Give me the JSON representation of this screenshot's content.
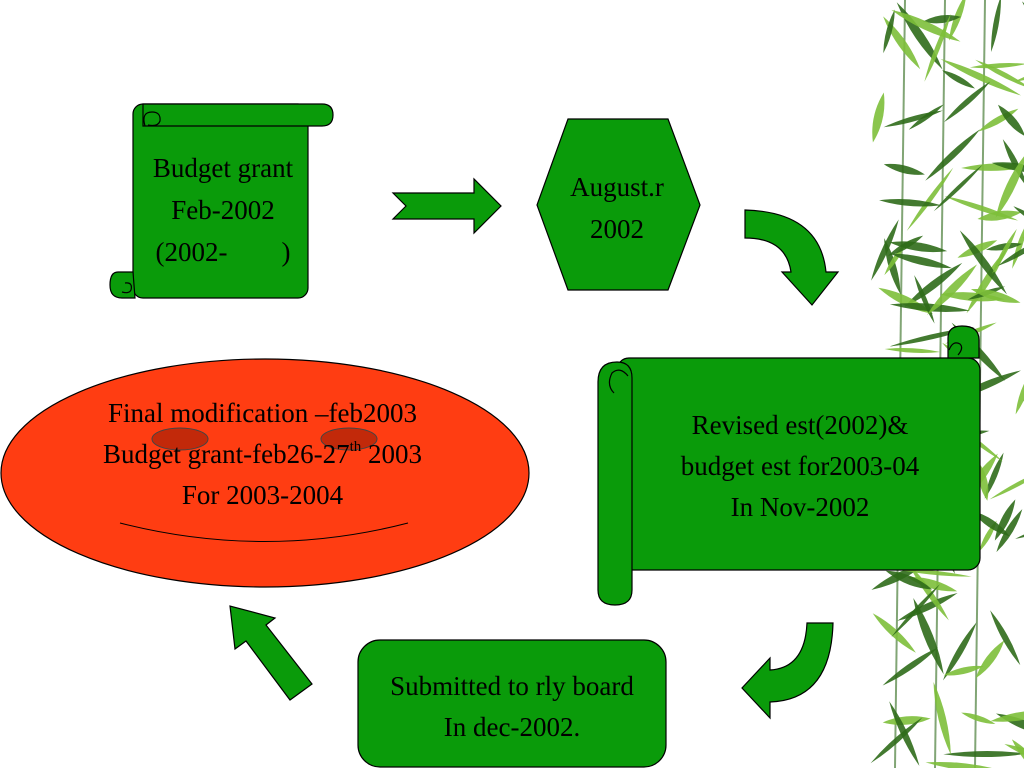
{
  "colors": {
    "node_fill": "#0a9b0a",
    "node_stroke": "#000000",
    "ellipse_fill": "#ff3d12",
    "eye_fill": "#c2290a",
    "leaf_dark": "#2f6b1a",
    "leaf_light": "#7dbf3a"
  },
  "nodes": {
    "budget_grant": {
      "shape": "scroll-vertical",
      "lines": [
        "Budget grant",
        "Feb-2002",
        "(2002-        )"
      ]
    },
    "august": {
      "shape": "hexagon",
      "lines": [
        "August.r",
        "2002"
      ]
    },
    "revised_est": {
      "shape": "scroll-horizontal",
      "lines": [
        "Revised est(2002)&",
        "budget est for2003-04",
        "In Nov-2002"
      ]
    },
    "submitted": {
      "shape": "rounded-rectangle",
      "lines": [
        "Submitted to rly board",
        "In dec-2002."
      ]
    },
    "final": {
      "shape": "ellipse",
      "line1": "Final modification –feb2003",
      "line2_pre": "Budget grant-feb26-27",
      "line2_sup": "th",
      "line2_post": " 2003",
      "line3": "For 2003-2004"
    }
  },
  "arrows": [
    {
      "from": "budget_grant",
      "to": "august",
      "style": "notched-right"
    },
    {
      "from": "august",
      "to": "revised_est",
      "style": "curved-down"
    },
    {
      "from": "revised_est",
      "to": "submitted",
      "style": "curved-down-left"
    },
    {
      "from": "submitted",
      "to": "final",
      "style": "diagonal-up-left"
    }
  ]
}
